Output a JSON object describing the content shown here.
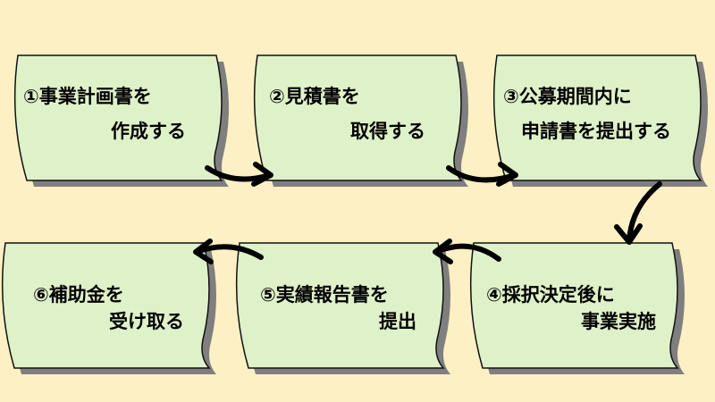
{
  "colors": {
    "background": "#fdf0c4",
    "card_fill": "#dff1c8",
    "card_shadow": "#7f7f7f",
    "card_stroke": "#111111",
    "arrow": "#000000"
  },
  "steps": [
    {
      "line1": "①事業計画書を",
      "line2": "作成する"
    },
    {
      "line1": "②見積書を",
      "line2": "取得する"
    },
    {
      "line1": "③公募期間内に",
      "line2": "申請書を提出する"
    },
    {
      "line1": "④採択決定後に",
      "line2": "事業実施"
    },
    {
      "line1": "⑤実績報告書を",
      "line2": "提出"
    },
    {
      "line1": "⑥補助金を",
      "line2": "受け取る"
    }
  ]
}
